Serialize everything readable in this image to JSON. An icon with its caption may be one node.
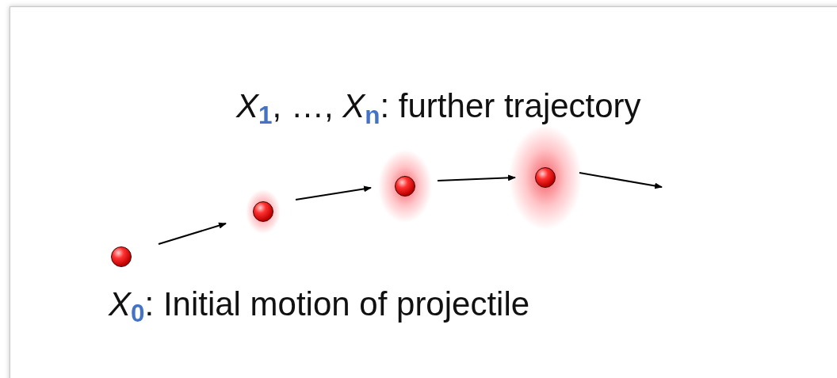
{
  "diagram": {
    "nodes": [
      {
        "text": [],
        "shape": "circle"
      },
      {
        "text": [],
        "shape": "circle"
      },
      {
        "text": [],
        "shape": "circle"
      },
      {
        "text": [],
        "shape": "circle"
      }
    ],
    "edges": [
      {
        "from": 0,
        "to": 1,
        "arrow": "to"
      },
      {
        "from": 1,
        "to": 2,
        "arrow": "to"
      },
      {
        "from": 2,
        "to": 3,
        "arrow": "to"
      },
      {
        "from": 3,
        "to": null,
        "arrow": "to"
      }
    ],
    "labels": [
      "*X*$_{1}$, …, *X*$_{n}$: further trajectory",
      "*X*$_{0}$: Initial motion of projectile"
    ]
  }
}
